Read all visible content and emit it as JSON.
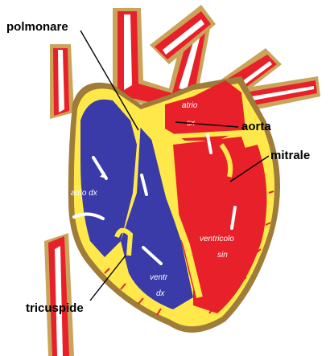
{
  "callouts": {
    "polmonare": "polmonare",
    "aorta": "aorta",
    "mitrale": "mitrale",
    "tricuspide": "tricuspide"
  },
  "inner_labels": {
    "atrio_sx_line1": "atrio",
    "atrio_sx_line2": "sx",
    "atrio_dx": "atrio dx",
    "ventricolo_sx_line1": "ventricolo",
    "ventricolo_sx_line2": "sin",
    "ventr_dx_line1": "ventr",
    "ventr_dx_line2": "dx"
  },
  "colors": {
    "oxygenated": "#e8202a",
    "deoxygenated": "#3a3aa8",
    "wall": "#ffe94a",
    "outline": "#9e7d3a",
    "vessel_border": "#d8c35a"
  }
}
